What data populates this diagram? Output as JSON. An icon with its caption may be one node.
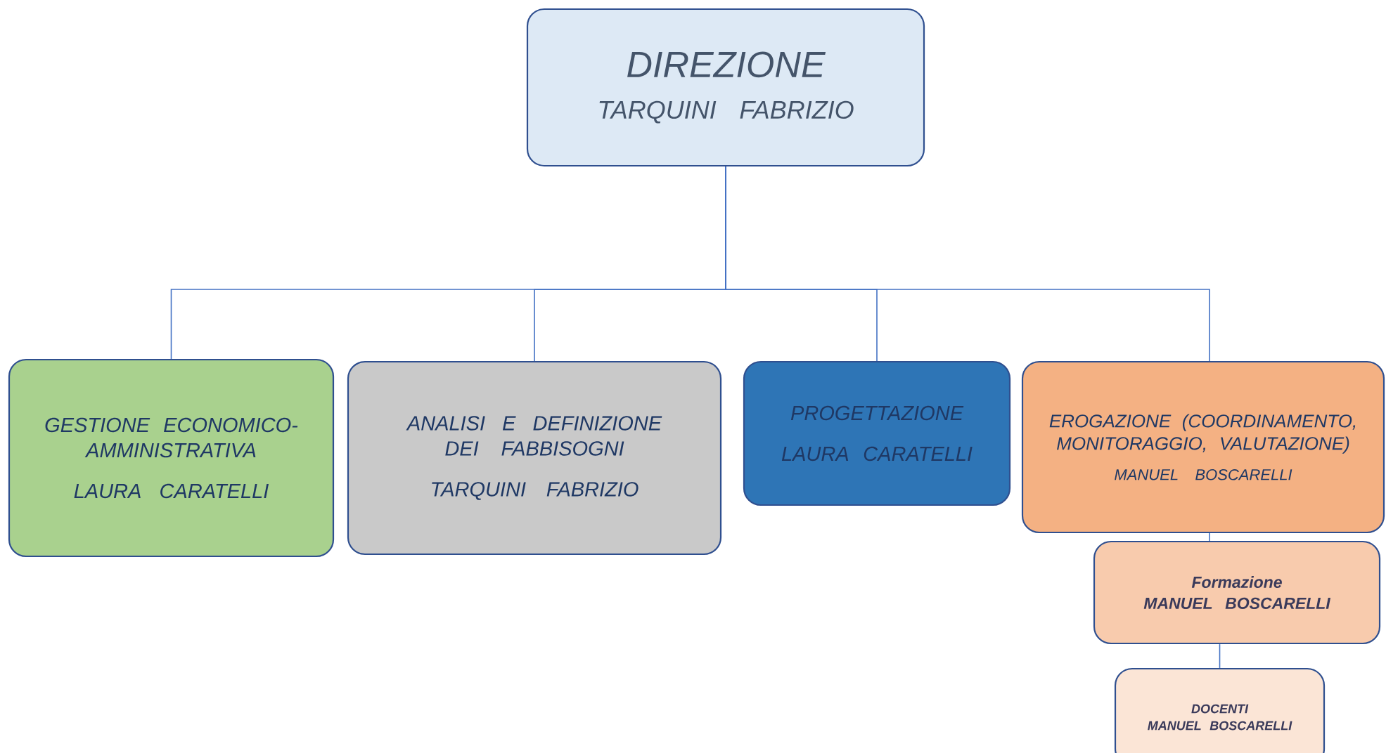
{
  "diagram": {
    "nodes": [
      {
        "text": [
          "DIREZIONE",
          "TARQUINI FABRIZIO"
        ]
      },
      {
        "text": [
          "GESTIONE ECONOMICO-AMMINISTRATIVA",
          "LAURA CARATELLI"
        ]
      },
      {
        "text": [
          "ANALISI E DEFINIZIONE DEI FABBISOGNI",
          "TARQUINI FABRIZIO"
        ]
      },
      {
        "text": [
          "PROGETTAZIONE",
          "LAURA CARATELLI"
        ]
      },
      {
        "text": [
          "EROGAZIONE (COORDINAMENTO, MONITORAGGIO, VALUTAZIONE)",
          "MANUEL BOSCARELLI"
        ]
      },
      {
        "text": [
          "Formazione",
          "MANUEL BOSCARELLI"
        ]
      },
      {
        "text": [
          "DOCENTI",
          "MANUEL BOSCARELLI"
        ]
      }
    ],
    "edges": [
      {
        "from": 0,
        "to": 1,
        "arrow": "none"
      },
      {
        "from": 0,
        "to": 2,
        "arrow": "none"
      },
      {
        "from": 0,
        "to": 3,
        "arrow": "none"
      },
      {
        "from": 0,
        "to": 4,
        "arrow": "none"
      },
      {
        "from": 4,
        "to": 5,
        "arrow": "none"
      },
      {
        "from": 5,
        "to": 6,
        "arrow": "none"
      }
    ]
  }
}
